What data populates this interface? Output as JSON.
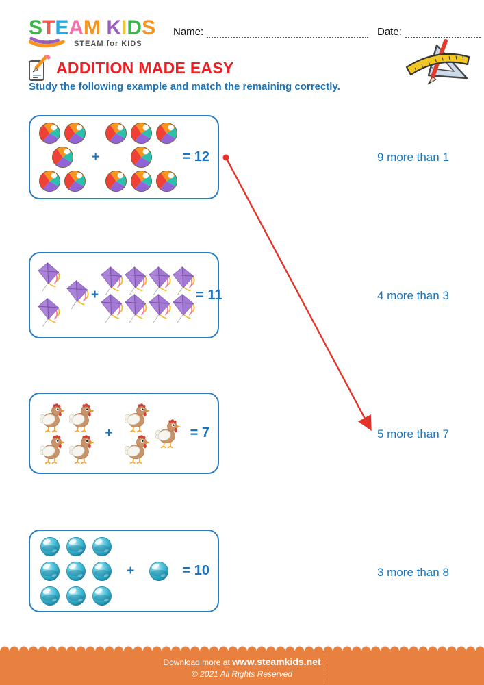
{
  "header": {
    "logo": {
      "letters": [
        {
          "ch": "S",
          "color": "#3CB54A"
        },
        {
          "ch": "T",
          "color": "#F15B4E"
        },
        {
          "ch": "E",
          "color": "#29ABE2"
        },
        {
          "ch": "A",
          "color": "#F271A9"
        },
        {
          "ch": "M",
          "color": "#F7941D"
        },
        {
          "ch": " ",
          "color": "#000000"
        },
        {
          "ch": "K",
          "color": "#9B5FC0"
        },
        {
          "ch": "I",
          "color": "#F5C331"
        },
        {
          "ch": "D",
          "color": "#3CB54A"
        },
        {
          "ch": "S",
          "color": "#F7941D"
        }
      ],
      "tagline": "STEAM for KIDS"
    },
    "name_label": "Name:",
    "date_label": "Date:"
  },
  "title": {
    "text": "ADDITION MADE EASY",
    "icon": "notebook-pencil-icon"
  },
  "corner_icon": "ruler-set-square-pencil-icon",
  "instruction": "Study the following example and match the remaining correctly.",
  "plus_sign": "+",
  "problems": [
    {
      "name": "beach-balls",
      "item_icon": "beach-ball-icon",
      "symbol": "ball",
      "left_count": 5,
      "right_count": 7,
      "sum": 12,
      "result_label": "= 12",
      "left_rows": [
        2,
        1,
        2
      ],
      "right_rows": [
        3,
        1,
        3
      ],
      "right_side": 0
    },
    {
      "name": "kites",
      "item_icon": "kite-icon",
      "symbol": "kite",
      "left_count": 3,
      "right_count": 8,
      "sum": 11,
      "result_label": "= 11",
      "left_rows": [
        1,
        1,
        1
      ],
      "right_rows": [
        4,
        4
      ],
      "right_side": 0
    },
    {
      "name": "hens",
      "item_icon": "hen-icon",
      "symbol": "hen",
      "left_count": 4,
      "right_count": 3,
      "sum": 7,
      "result_label": "= 7",
      "left_rows": [
        2,
        2
      ],
      "right_rows": [
        1,
        1
      ],
      "right_side": 1
    },
    {
      "name": "marbles",
      "item_icon": "marble-icon",
      "symbol": "marble",
      "left_count": 9,
      "right_count": 1,
      "sum": 10,
      "result_label": "= 10",
      "left_rows": [
        3,
        3,
        3
      ],
      "right_rows": [
        1
      ],
      "right_side": 0
    }
  ],
  "answers": [
    "9 more than 1",
    "4 more than 3",
    "5 more than 7",
    "3 more than 8"
  ],
  "example_match": {
    "from_problem_index": 0,
    "to_answer_index": 2
  },
  "footer": {
    "line1_prefix": "Download more at",
    "line1_link": "www.steamkids.net",
    "line2": "© 2021 All Rights Reserved"
  },
  "colors": {
    "accent_blue": "#1B75BC",
    "title_red": "#EC1F24",
    "arrow_red": "#E5332A",
    "box_border_blue": "#2B7CC0",
    "footer_orange": "#E8803F"
  }
}
